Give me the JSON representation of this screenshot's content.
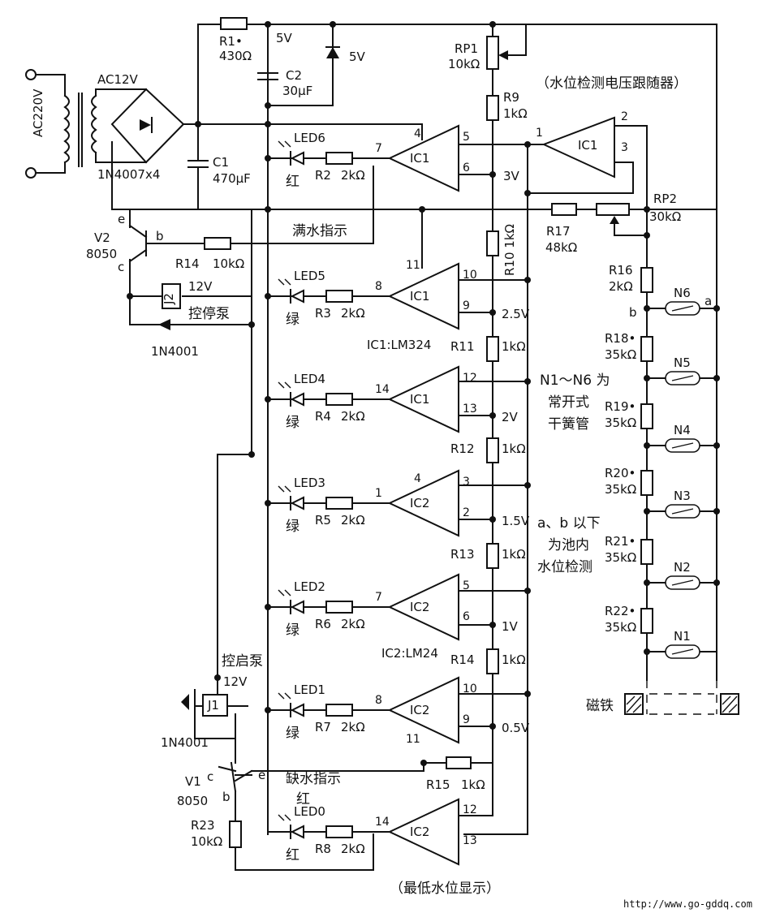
{
  "title_follower": "（水位检测电压跟随器）",
  "title_bottom": "（最低水位显示）",
  "source": {
    "ac_in": "AC220V",
    "ac_sec": "AC12V",
    "bridge": "1N4007x4",
    "c1_name": "C1",
    "c1_val": "470μF",
    "r1_name": "R1•",
    "r1_val": "430Ω",
    "v5": "5V",
    "c2_name": "C2",
    "c2_val": "30μF",
    "zener_v": "5V"
  },
  "rp1": {
    "name": "RP1",
    "val": "10kΩ"
  },
  "rp2": {
    "name": "RP2",
    "val": "30kΩ"
  },
  "divider": [
    {
      "name": "R9",
      "val": "1kΩ"
    },
    {
      "name": "R10",
      "val": "1kΩ"
    },
    {
      "name": "R11",
      "val": "1kΩ"
    },
    {
      "name": "R12",
      "val": "1kΩ"
    },
    {
      "name": "R13",
      "val": "1kΩ"
    },
    {
      "name": "R14",
      "val": "1kΩ"
    }
  ],
  "ref_voltages": [
    "3V",
    "2.5V",
    "2V",
    "1.5V",
    "1V",
    "0.5V"
  ],
  "r17": {
    "name": "R17",
    "val": "48kΩ"
  },
  "r16": {
    "name": "R16",
    "val": "2kΩ"
  },
  "sensor_resistors": [
    {
      "name": "R18•",
      "val": "35kΩ"
    },
    {
      "name": "R19•",
      "val": "35kΩ"
    },
    {
      "name": "R20•",
      "val": "35kΩ"
    },
    {
      "name": "R21•",
      "val": "35kΩ"
    },
    {
      "name": "R22•",
      "val": "35kΩ"
    }
  ],
  "reeds": [
    "N6",
    "N5",
    "N4",
    "N3",
    "N2",
    "N1"
  ],
  "node_a": "a",
  "node_b": "b",
  "magnet": "磁铁",
  "notes": {
    "reed_note": [
      "N1～N6 为",
      "常开式",
      "干簧管"
    ],
    "ab_note": [
      "a、b 以下",
      "为池内",
      "水位检测"
    ],
    "ic1_type": "IC1:LM324",
    "ic2_type": "IC2:LM24"
  },
  "leds": [
    {
      "name": "LED6",
      "r": "R2",
      "rv": "2kΩ",
      "color": "红",
      "amp": "IC1",
      "out": "7",
      "in_p": "5",
      "in_n": "6",
      "pwr": "4",
      "gnd": ""
    },
    {
      "name": "LED5",
      "r": "R3",
      "rv": "2kΩ",
      "color": "绿",
      "amp": "IC1",
      "out": "8",
      "in_p": "10",
      "in_n": "9",
      "pwr": "",
      "gnd": "11"
    },
    {
      "name": "LED4",
      "r": "R4",
      "rv": "2kΩ",
      "color": "绿",
      "amp": "IC1",
      "out": "14",
      "in_p": "12",
      "in_n": "13",
      "pwr": "",
      "gnd": ""
    },
    {
      "name": "LED3",
      "r": "R5",
      "rv": "2kΩ",
      "color": "绿",
      "amp": "IC2",
      "out": "1",
      "in_p": "3",
      "in_n": "2",
      "pwr": "4",
      "gnd": ""
    },
    {
      "name": "LED2",
      "r": "R6",
      "rv": "2kΩ",
      "color": "绿",
      "amp": "IC2",
      "out": "7",
      "in_p": "5",
      "in_n": "6",
      "pwr": "",
      "gnd": ""
    },
    {
      "name": "LED1",
      "r": "R7",
      "rv": "2kΩ",
      "color": "绿",
      "amp": "IC2",
      "out": "8",
      "in_p": "10",
      "in_n": "9",
      "pwr": "",
      "gnd": "11"
    },
    {
      "name": "LED0",
      "r": "R8",
      "rv": "2kΩ",
      "color": "红",
      "amp": "IC2",
      "out": "14",
      "in_p": "12",
      "in_n": "13",
      "pwr": "",
      "gnd": ""
    }
  ],
  "follower": {
    "amp": "IC1",
    "out": "1",
    "in_p": "3",
    "in_n": "2"
  },
  "full_label": "满水指示",
  "low_label": "缺水指示",
  "low_color": "红",
  "v2": {
    "name": "V2",
    "type": "8050",
    "e": "e",
    "b": "b",
    "c": "c"
  },
  "r14b": {
    "name": "R14",
    "val": "10kΩ"
  },
  "j2": {
    "name": "J2",
    "v": "12V",
    "label": "控停泵",
    "diode": "1N4001"
  },
  "v1": {
    "name": "V1",
    "type": "8050",
    "e": "e",
    "b": "b",
    "c": "c"
  },
  "r23": {
    "name": "R23",
    "val": "10kΩ"
  },
  "j1": {
    "name": "J1",
    "v": "12V",
    "label": "控启泵",
    "diode": "1N4001"
  },
  "r15": {
    "name": "R15",
    "val": "1kΩ"
  },
  "url": "http://www.go-gddq.com"
}
